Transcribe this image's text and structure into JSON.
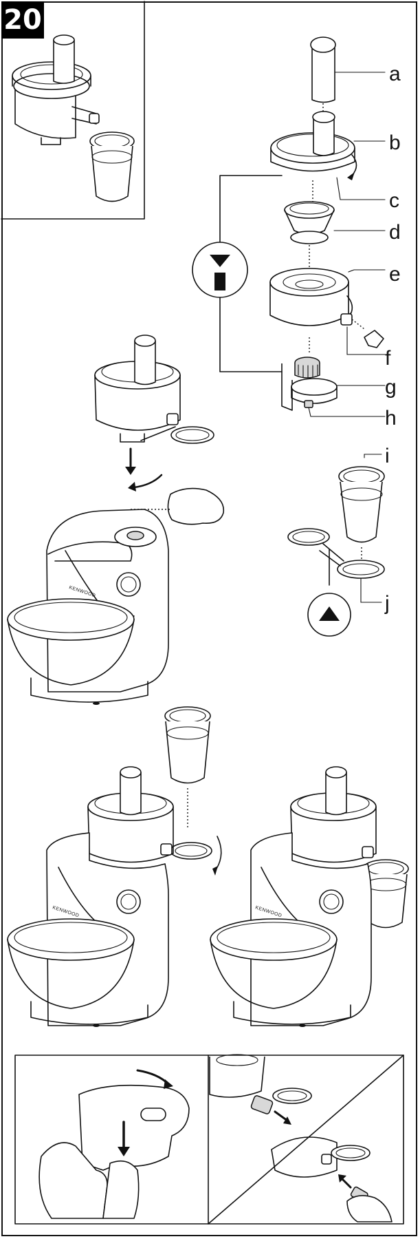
{
  "figure": {
    "step_number": "20",
    "brand_text": "KENWOOD",
    "part_labels": [
      "a",
      "b",
      "c",
      "d",
      "e",
      "f",
      "g",
      "h",
      "i",
      "j"
    ],
    "icons": [
      "lock-symbol",
      "unlock-symbol"
    ]
  }
}
